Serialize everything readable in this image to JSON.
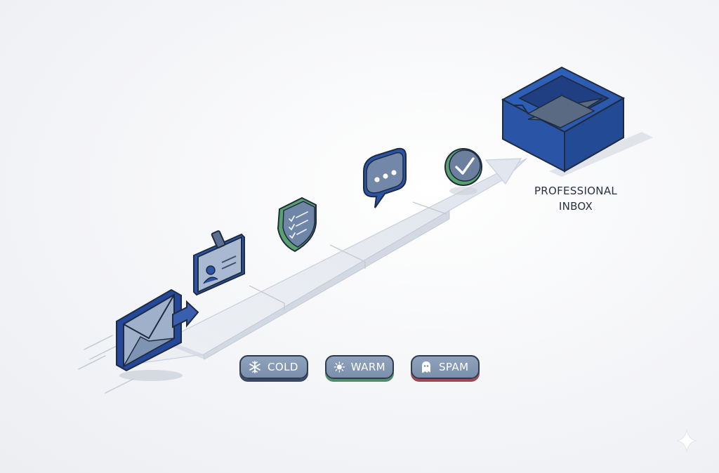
{
  "destination": {
    "line1": "PROFESSIONAL",
    "line2": "INBOX"
  },
  "legend": [
    {
      "key": "cold",
      "label": "COLD",
      "icon": "snowflake-icon",
      "accent": "#3a4a66"
    },
    {
      "key": "warm",
      "label": "WARM",
      "icon": "sun-icon",
      "accent": "#4f8e6a"
    },
    {
      "key": "spam",
      "label": "SPAM",
      "icon": "ghost-icon",
      "accent": "#9c4a55"
    }
  ],
  "stages": [
    {
      "icon": "envelope-send-icon"
    },
    {
      "icon": "id-badge-icon"
    },
    {
      "icon": "shield-checklist-icon"
    },
    {
      "icon": "chat-bubble-icon"
    },
    {
      "icon": "check-circle-icon"
    },
    {
      "icon": "inbox-tray-icon"
    }
  ],
  "colors": {
    "primary": "#2f5fb3",
    "outline": "#2f3a4c",
    "green": "#5aa16f",
    "slate": "#6e7f99"
  }
}
